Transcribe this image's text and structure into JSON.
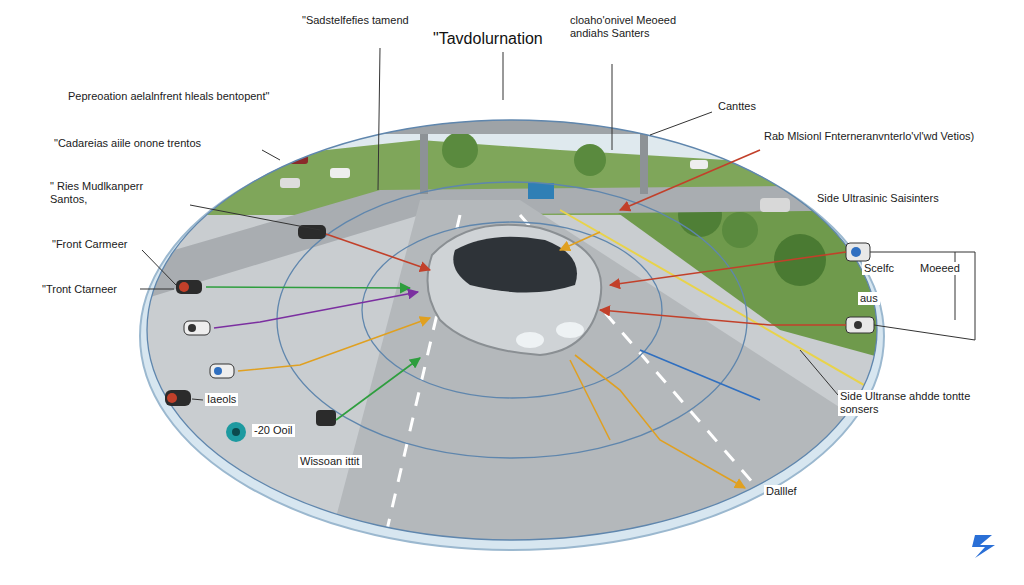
{
  "diagram": {
    "title": "\"Tavdolurnation",
    "labels": [
      "\"Sadstelfefies tamend",
      "cloaho'onivel Meoeed andiahs Santers",
      "Canttes",
      "Pepreoation aelalnfrent hleals bentopent\"",
      "\"Cadareias aiile onone trentos",
      "\" Ries Mudlkanperr Santos,",
      "\"Front Carmeer",
      "\"Tront Ctarneer",
      "Rab Mlsionl Fnterneranvnterlo'vl'wd Vetios)",
      "Side Ultrasinic Saisinters",
      "Scelfc",
      "Moeeed",
      "aus",
      "Side Ultranse ahdde tontte sonsers",
      "Iaeols",
      "-20 Ooil",
      "Wissoan ittit",
      "Dalllef"
    ]
  }
}
